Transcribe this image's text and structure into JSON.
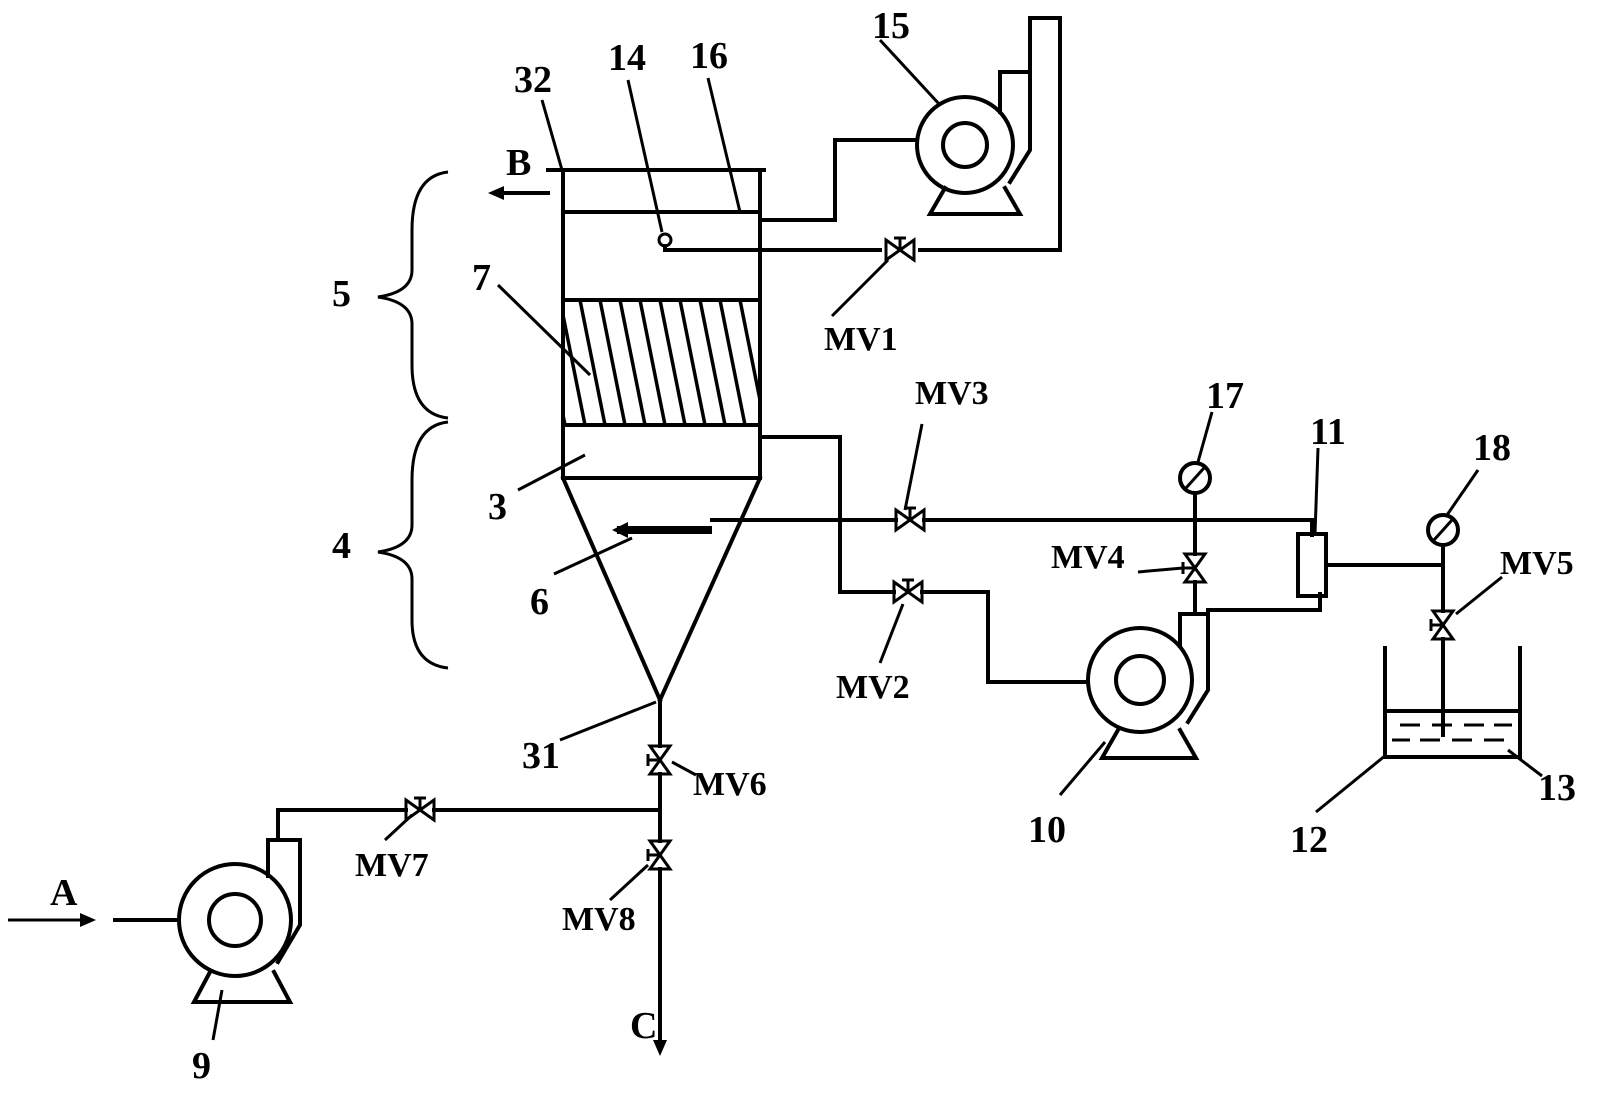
{
  "labels": {
    "n32": "32",
    "n14": "14",
    "n16": "16",
    "n15": "15",
    "B": "B",
    "n5": "5",
    "n7": "7",
    "MV1": "MV1",
    "MV3": "MV3",
    "n17": "17",
    "n11": "11",
    "n18": "18",
    "MV4": "MV4",
    "MV5": "MV5",
    "n3": "3",
    "n4": "4",
    "n6": "6",
    "MV2": "MV2",
    "n31": "31",
    "MV6": "MV6",
    "n10": "10",
    "n12": "12",
    "n13": "13",
    "MV7": "MV7",
    "MV8": "MV8",
    "A": "A",
    "C": "C",
    "n9": "9"
  }
}
